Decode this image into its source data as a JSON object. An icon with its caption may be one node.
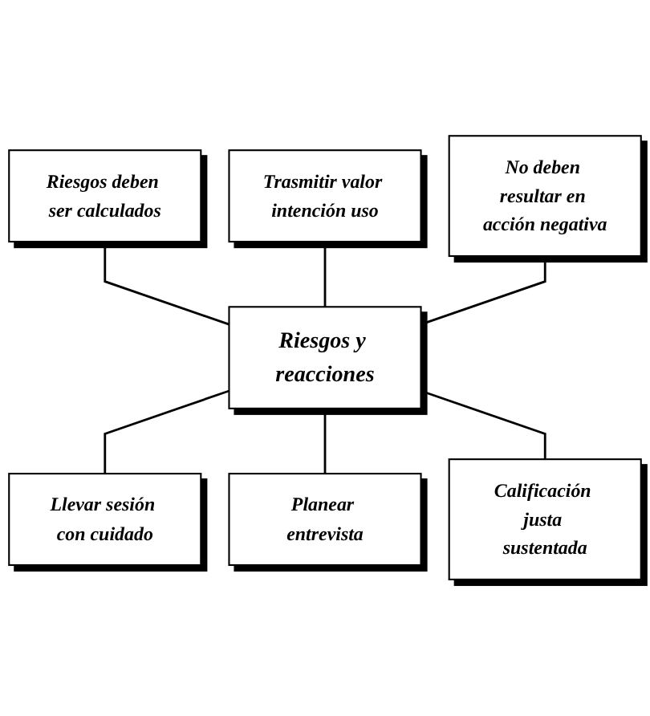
{
  "diagram": {
    "nodes": [
      {
        "text": [
          "Riesgos deben ser calculados"
        ]
      },
      {
        "text": [
          "Trasmitir valor intención uso"
        ]
      },
      {
        "text": [
          "No deben resultar en acción negativa"
        ]
      },
      {
        "text": [
          "Riesgos y reacciones"
        ]
      },
      {
        "text": [
          "Llevar sesión con cuidado"
        ]
      },
      {
        "text": [
          "Planear entrevista"
        ]
      },
      {
        "text": [
          "Calificación justa sustentada"
        ]
      }
    ],
    "edges": [
      {
        "from": 0,
        "to": 3,
        "arrow": "none"
      },
      {
        "from": 1,
        "to": 3,
        "arrow": "none"
      },
      {
        "from": 2,
        "to": 3,
        "arrow": "none"
      },
      {
        "from": 3,
        "to": 4,
        "arrow": "none"
      },
      {
        "from": 3,
        "to": 5,
        "arrow": "none"
      },
      {
        "from": 3,
        "to": 6,
        "arrow": "none"
      }
    ]
  }
}
